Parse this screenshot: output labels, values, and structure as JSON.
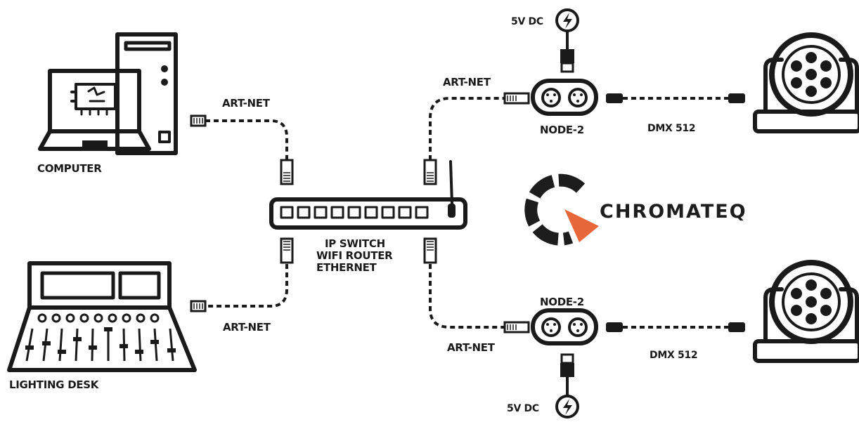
{
  "labels": {
    "computer": "COMPUTER",
    "lighting_desk": "LIGHTING DESK",
    "switch_line1": "IP SWITCH",
    "switch_line2": "WIFI ROUTER",
    "switch_line3": "ETHERNET",
    "artnet_computer": "ART-NET",
    "artnet_desk": "ART-NET",
    "artnet_node_top": "ART-NET",
    "artnet_node_bottom": "ART-NET",
    "node_top": "NODE-2",
    "node_bottom": "NODE-2",
    "dmx_top": "DMX 512",
    "dmx_bottom": "DMX 512",
    "power_top": "5V DC",
    "power_bottom": "5V DC",
    "brand": "CHROMATEQ"
  },
  "colors": {
    "stroke": "#1a1a1a",
    "background": "#ffffff",
    "brand_accent": "#e8673a",
    "brand_dark": "#1d1d1d"
  },
  "icons": [
    "computer-icon",
    "lighting-desk-icon",
    "ip-switch-icon",
    "node-icon",
    "moving-head-icon",
    "power-icon",
    "chromateq-logo-icon",
    "rj45-connector-icon",
    "usb-connector-icon",
    "xlr-connector-icon"
  ]
}
